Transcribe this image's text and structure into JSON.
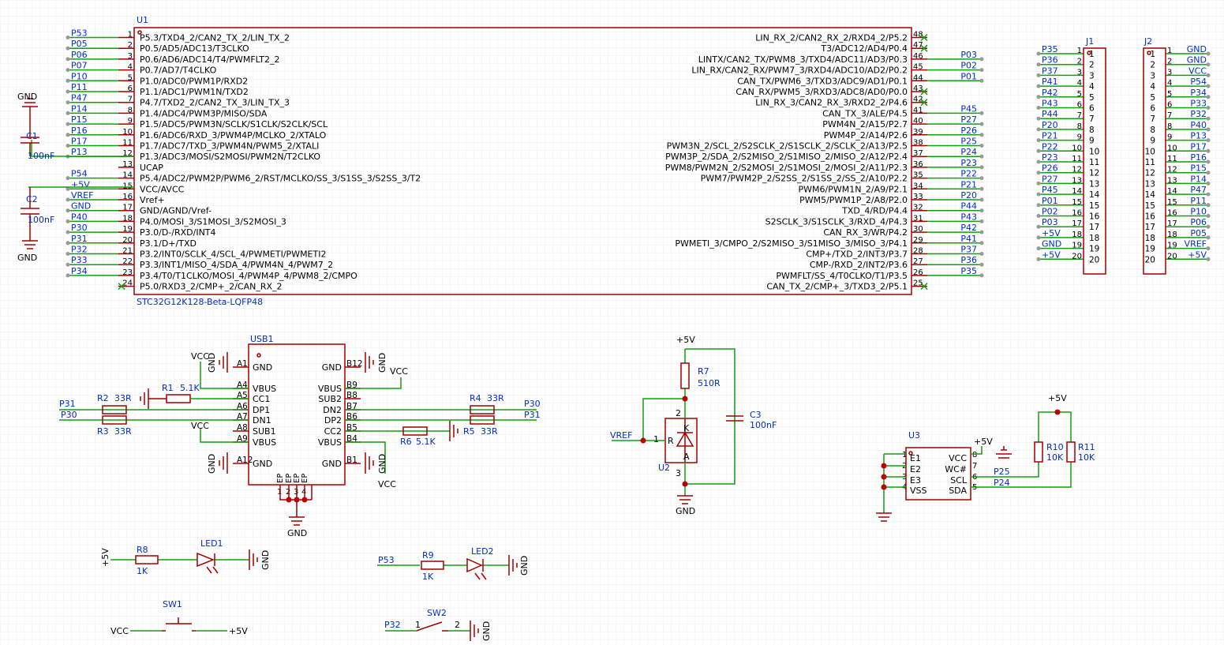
{
  "u1": {
    "ref": "U1",
    "part": "STC32G12K128-Beta-LQFP48",
    "left_pins": [
      {
        "num": "1",
        "label": "P5.3/TXD4_2/CAN2_TX_2/LIN_TX_2",
        "net": "P53"
      },
      {
        "num": "2",
        "label": "P0.5/AD5/ADC13/T3CLKO",
        "net": "P05"
      },
      {
        "num": "3",
        "label": "P0.6/AD6/ADC14/T4/PWMFLT2_2",
        "net": "P06"
      },
      {
        "num": "4",
        "label": "P0.7/AD7/T4CLKO",
        "net": "P07"
      },
      {
        "num": "5",
        "label": "P1.0/ADC0/PWM1P/RXD2",
        "net": "P10"
      },
      {
        "num": "6",
        "label": "P1.1/ADC1/PWM1N/TXD2",
        "net": "P11"
      },
      {
        "num": "7",
        "label": "P4.7/TXD2_2/CAN2_TX_3/LIN_TX_3",
        "net": "P47"
      },
      {
        "num": "8",
        "label": "P1.4/ADC4/PWM3P/MISO/SDA",
        "net": "P14"
      },
      {
        "num": "9",
        "label": "P1.5/ADC5/PWM3N/SCLK/S1CLK/S2CLK/SCL",
        "net": "P15"
      },
      {
        "num": "10",
        "label": "P1.6/ADC6/RXD_3/PWM4P/MCLKO_2/XTALO",
        "net": "P16"
      },
      {
        "num": "11",
        "label": "P1.7/ADC7/TXD_3/PWM4N/PWM5_2/XTALI",
        "net": "P17"
      },
      {
        "num": "12",
        "label": "P1.3/ADC3/MOSI/S2MOSI/PWM2N/T2CLKO",
        "net": "P13"
      },
      {
        "num": "13",
        "label": "UCAP",
        "net": ""
      },
      {
        "num": "14",
        "label": "P5.4/ADC2/PWM2P/PWM6_2/RST/MCLKO/SS_3/S1SS_3/S2SS_3/T2",
        "net": "P54"
      },
      {
        "num": "15",
        "label": "VCC/AVCC",
        "net": "+5V"
      },
      {
        "num": "16",
        "label": "Vref+",
        "net": "VREF"
      },
      {
        "num": "17",
        "label": "GND/AGND/Vref-",
        "net": "GND"
      },
      {
        "num": "18",
        "label": "P4.0/MOSI_3/S1MOSI_3/S2MOSI_3",
        "net": "P40"
      },
      {
        "num": "19",
        "label": "P3.0/D-/RXD/INT4",
        "net": "P30"
      },
      {
        "num": "20",
        "label": "P3.1/D+/TXD",
        "net": "P31"
      },
      {
        "num": "21",
        "label": "P3.2/INT0/SCLK_4/SCL_4/PWMETI/PWMETI2",
        "net": "P32"
      },
      {
        "num": "22",
        "label": "P3.3/INT1/MISO_4/SDA_4/PWM4N_4/PWM7_2",
        "net": "P33"
      },
      {
        "num": "23",
        "label": "P3.4/T0/T1CLKO/MOSI_4/PWM4P_4/PWM8_2/CMPO",
        "net": "P34"
      },
      {
        "num": "24",
        "label": "P5.0/RXD3_2/CMP+_2/CAN_RX_2",
        "net": ""
      }
    ],
    "right_pins": [
      {
        "num": "48",
        "label": "LIN_RX_2/CAN2_RX_2/RXD4_2/P5.2",
        "net": ""
      },
      {
        "num": "47",
        "label": "T3/ADC12/AD4/P0.4",
        "net": ""
      },
      {
        "num": "46",
        "label": "LINTX/CAN2_TX/PWM8_3/TXD4/ADC11/AD3/P0.3",
        "net": "P03"
      },
      {
        "num": "45",
        "label": "LIN_RX/CAN2_RX/PWM7_3/RXD4/ADC10/AD2/P0.2",
        "net": "P02"
      },
      {
        "num": "44",
        "label": "CAN_TX/PWM6_3/TXD3/ADC9/AD1/P0.1",
        "net": "P01"
      },
      {
        "num": "43",
        "label": "CAN_RX/PWM5_3/RXD3/ADC8/AD0/P0.0",
        "net": ""
      },
      {
        "num": "42",
        "label": "LIN_RX_3/CAN2_RX_3/RXD2_2/P4.6",
        "net": ""
      },
      {
        "num": "41",
        "label": "CAN_TX_3/ALE/P4.5",
        "net": "P45"
      },
      {
        "num": "40",
        "label": "PWM4N_2/A15/P2.7",
        "net": "P27"
      },
      {
        "num": "39",
        "label": "PWM4P_2/A14/P2.6",
        "net": "P26"
      },
      {
        "num": "38",
        "label": "PWM3N_2/SCL_2/S2SCLK_2/S1SCLK_2/SCLK_2/A13/P2.5",
        "net": "P25"
      },
      {
        "num": "37",
        "label": "PWM3P_2/SDA_2/S2MISO_2/S1MISO_2/MISO_2/A12/P2.4",
        "net": "P24"
      },
      {
        "num": "36",
        "label": "PWM8/PWM2N_2/S2MOSI_2/S1MOSI_2/MOSI_2/A11/P2.3",
        "net": "P23"
      },
      {
        "num": "35",
        "label": "PWM7/PWM2P_2/S2SS_2/S1SS_2/SS_2/A10/P2.2",
        "net": "P22"
      },
      {
        "num": "34",
        "label": "PWM6/PWM1N_2/A9/P2.1",
        "net": "P21"
      },
      {
        "num": "33",
        "label": "PWM5/PWM1P_2/A8/P2.0",
        "net": "P20"
      },
      {
        "num": "32",
        "label": "TXD_4/RD/P4.4",
        "net": "P44"
      },
      {
        "num": "31",
        "label": "S2SCLK_3/S1SCLK_3/RXD_4/P4.3",
        "net": "P43"
      },
      {
        "num": "30",
        "label": "CAN_RX_3/WR/P4.2",
        "net": "P42"
      },
      {
        "num": "29",
        "label": "PWMETI_3/CMPO_2/S2MISO_3/S1MISO_3/MISO_3/P4.1",
        "net": "P41"
      },
      {
        "num": "28",
        "label": "CMP+/TXD_2/INT3/P3.7",
        "net": "P37"
      },
      {
        "num": "27",
        "label": "CMP-/RXD_2/INT2/P3.6",
        "net": "P36"
      },
      {
        "num": "26",
        "label": "PWMFLT/SS_4/T0CLKO/T1/P3.5",
        "net": "P35"
      },
      {
        "num": "25",
        "label": "CAN_TX_2/CMP+_3/TXD3_2/P5.1",
        "net": ""
      }
    ]
  },
  "c1": {
    "ref": "C1",
    "value": "100nF",
    "gnd": "GND"
  },
  "c2": {
    "ref": "C2",
    "value": "100nF",
    "gnd": "GND"
  },
  "j1": {
    "ref": "J1",
    "pins": [
      "1",
      "2",
      "3",
      "4",
      "5",
      "6",
      "7",
      "8",
      "9",
      "10",
      "11",
      "12",
      "13",
      "14",
      "15",
      "16",
      "17",
      "18",
      "19",
      "20"
    ],
    "nets": [
      "P35",
      "P36",
      "P37",
      "P41",
      "P42",
      "P43",
      "P44",
      "P20",
      "P21",
      "P22",
      "P23",
      "P26",
      "P27",
      "P45",
      "P01",
      "P02",
      "P03",
      "+5V",
      "GND",
      "+5V"
    ]
  },
  "j2": {
    "ref": "J2",
    "pins": [
      "1",
      "2",
      "3",
      "4",
      "5",
      "6",
      "7",
      "8",
      "9",
      "10",
      "11",
      "12",
      "13",
      "14",
      "15",
      "16",
      "17",
      "18",
      "19",
      "20"
    ],
    "nets": [
      "GND",
      "GND",
      "VCC",
      "P54",
      "P34",
      "P33",
      "P32",
      "P40",
      "P13",
      "P17",
      "P16",
      "P15",
      "P14",
      "P47",
      "P11",
      "P10",
      "P06",
      "P05",
      "VREF",
      "+5V"
    ]
  },
  "usb": {
    "ref": "USB1",
    "left": [
      {
        "pin": "A1",
        "label": "GND"
      },
      {
        "pin": "A4",
        "label": "VBUS"
      },
      {
        "pin": "A5",
        "label": "CC1"
      },
      {
        "pin": "A6",
        "label": "DP1"
      },
      {
        "pin": "A7",
        "label": "DN1"
      },
      {
        "pin": "A8",
        "label": "SUB1"
      },
      {
        "pin": "A9",
        "label": "VBUS"
      },
      {
        "pin": "A12",
        "label": "GND"
      }
    ],
    "right": [
      {
        "pin": "B12",
        "label": "GND"
      },
      {
        "pin": "B9",
        "label": "VBUS"
      },
      {
        "pin": "B8",
        "label": "SUB2"
      },
      {
        "pin": "B7",
        "label": "DN2"
      },
      {
        "pin": "B6",
        "label": "DP2"
      },
      {
        "pin": "B5",
        "label": "CC2"
      },
      {
        "pin": "B4",
        "label": "VBUS"
      },
      {
        "pin": "B1",
        "label": "GND"
      }
    ],
    "ep_labels": [
      "EP",
      "EP",
      "EP",
      "EP"
    ],
    "ep_nums": [
      "1",
      "2",
      "3",
      "4"
    ],
    "vcc": "VCC",
    "gnd": "GND"
  },
  "resistors": {
    "r1": {
      "ref": "R1",
      "value": "5.1K"
    },
    "r2": {
      "ref": "R2",
      "value": "33R"
    },
    "r3": {
      "ref": "R3",
      "value": "33R"
    },
    "r4": {
      "ref": "R4",
      "value": "33R"
    },
    "r5": {
      "ref": "R5",
      "value": "33R"
    },
    "r6": {
      "ref": "R6",
      "value": "5.1K"
    },
    "r7": {
      "ref": "R7",
      "value": "510R"
    },
    "r8": {
      "ref": "R8",
      "value": "1K"
    },
    "r9": {
      "ref": "R9",
      "value": "1K"
    },
    "r10": {
      "ref": "R10",
      "value": "10K"
    },
    "r11": {
      "ref": "R11",
      "value": "10K"
    }
  },
  "nets": {
    "p31": "P31",
    "p30": "P30",
    "vcc": "VCC",
    "gnd": "GND",
    "p5v": "+5V",
    "vref": "VREF",
    "p53": "P53",
    "p32": "P32",
    "p25": "P25",
    "p24": "P24"
  },
  "u2": {
    "ref": "U2",
    "pin1": "1",
    "pin2": "2",
    "pin3": "3",
    "r": "R",
    "k": "K",
    "a": "A"
  },
  "c3": {
    "ref": "C3",
    "value": "100nF"
  },
  "u3": {
    "ref": "U3",
    "left": [
      {
        "pin": "1",
        "label": "E1"
      },
      {
        "pin": "2",
        "label": "E2"
      },
      {
        "pin": "3",
        "label": "E3"
      },
      {
        "pin": "4",
        "label": "VSS"
      }
    ],
    "right": [
      {
        "pin": "8",
        "label": "VCC"
      },
      {
        "pin": "7",
        "label": "WC#"
      },
      {
        "pin": "6",
        "label": "SCL"
      },
      {
        "pin": "5",
        "label": "SDA"
      }
    ]
  },
  "led1": {
    "ref": "LED1"
  },
  "led2": {
    "ref": "LED2"
  },
  "sw1": {
    "ref": "SW1"
  },
  "sw2": {
    "ref": "SW2",
    "pin1": "1",
    "pin2": "2"
  }
}
